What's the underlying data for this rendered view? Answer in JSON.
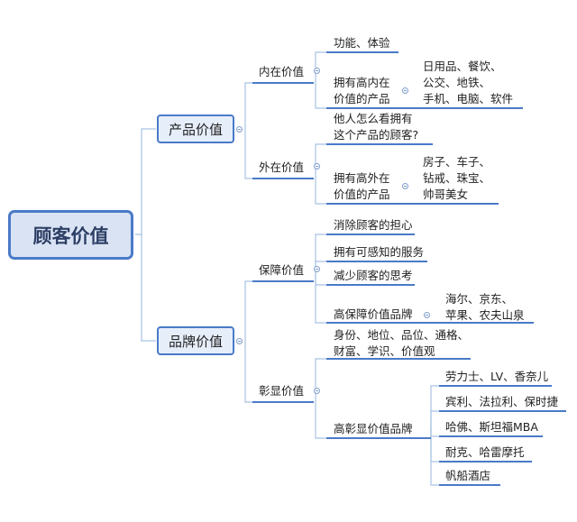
{
  "root": {
    "label": "顾客价值"
  },
  "product": {
    "label": "产品价值",
    "intrinsic": {
      "label": "内在价值",
      "function": "功能、体验",
      "high_label": [
        "拥有高内在",
        "价值的产品"
      ],
      "examples": [
        "日用品、餐饮、",
        "公交、地铁、",
        "手机、电脑、软件"
      ]
    },
    "extrinsic": {
      "label": "外在价值",
      "question": [
        "他人怎么看拥有",
        "这个产品的顾客?"
      ],
      "high_label": [
        "拥有高外在",
        "价值的产品"
      ],
      "examples": [
        "房子、车子、",
        "钻戒、珠宝、",
        "帅哥美女"
      ]
    }
  },
  "brand": {
    "label": "品牌价值",
    "guarantee": {
      "label": "保障价值",
      "items": [
        "消除顾客的担心",
        "拥有可感知的服务",
        "减少顾客的思考"
      ],
      "high_label": "高保障价值品牌",
      "examples": [
        "海尔、京东、",
        "苹果、农夫山泉"
      ]
    },
    "display": {
      "label": "彰显价值",
      "desc": [
        "身份、地位、品位、通格、",
        "财富、学识、价值观"
      ],
      "high_label": "高彰显价值品牌",
      "examples": [
        "劳力士、LV、香奈儿",
        "宾利、法拉利、保时捷",
        "哈佛、斯坦福MBA",
        "耐克、哈雷摩托",
        "帆船酒店"
      ]
    }
  }
}
